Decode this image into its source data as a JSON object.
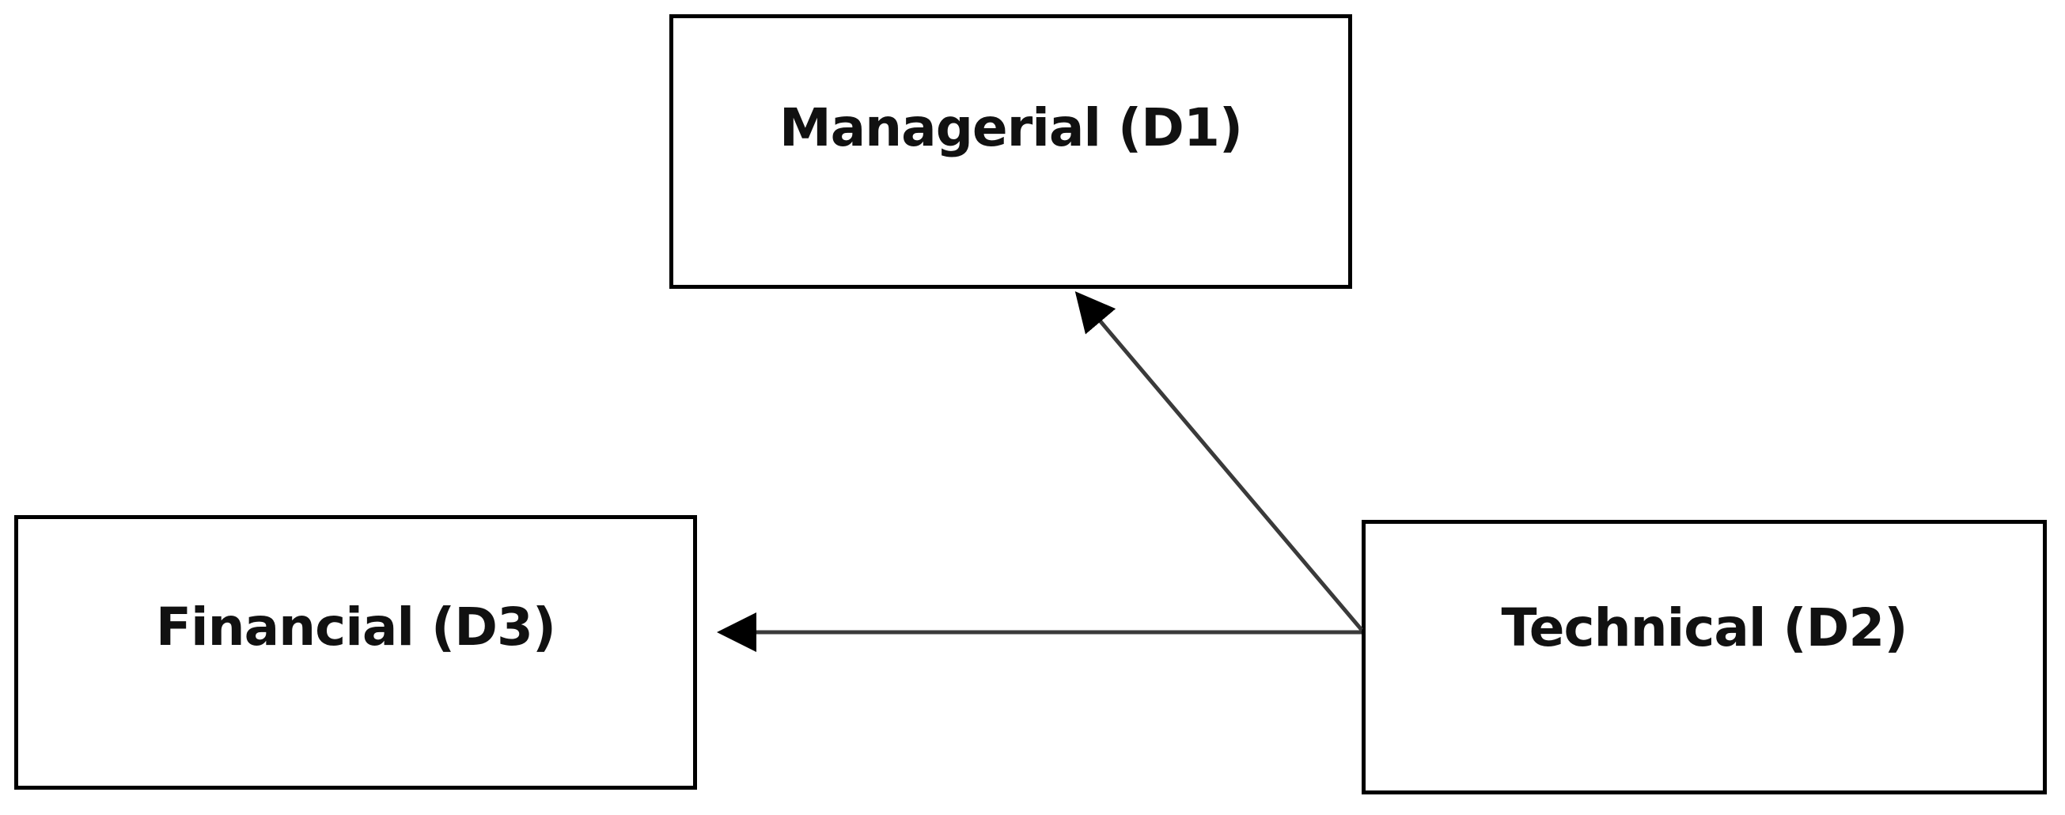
{
  "nodes": {
    "managerial": {
      "label": "Managerial (D1)"
    },
    "technical": {
      "label": "Technical (D2)"
    },
    "financial": {
      "label": "Financial (D3)"
    }
  },
  "edges": [
    {
      "from": "Technical (D2)",
      "to": "Managerial (D1)"
    },
    {
      "from": "Technical (D2)",
      "to": "Financial (D3)"
    }
  ],
  "colors": {
    "line": "#3a3a3a",
    "border": "#000000",
    "text": "#111111"
  }
}
